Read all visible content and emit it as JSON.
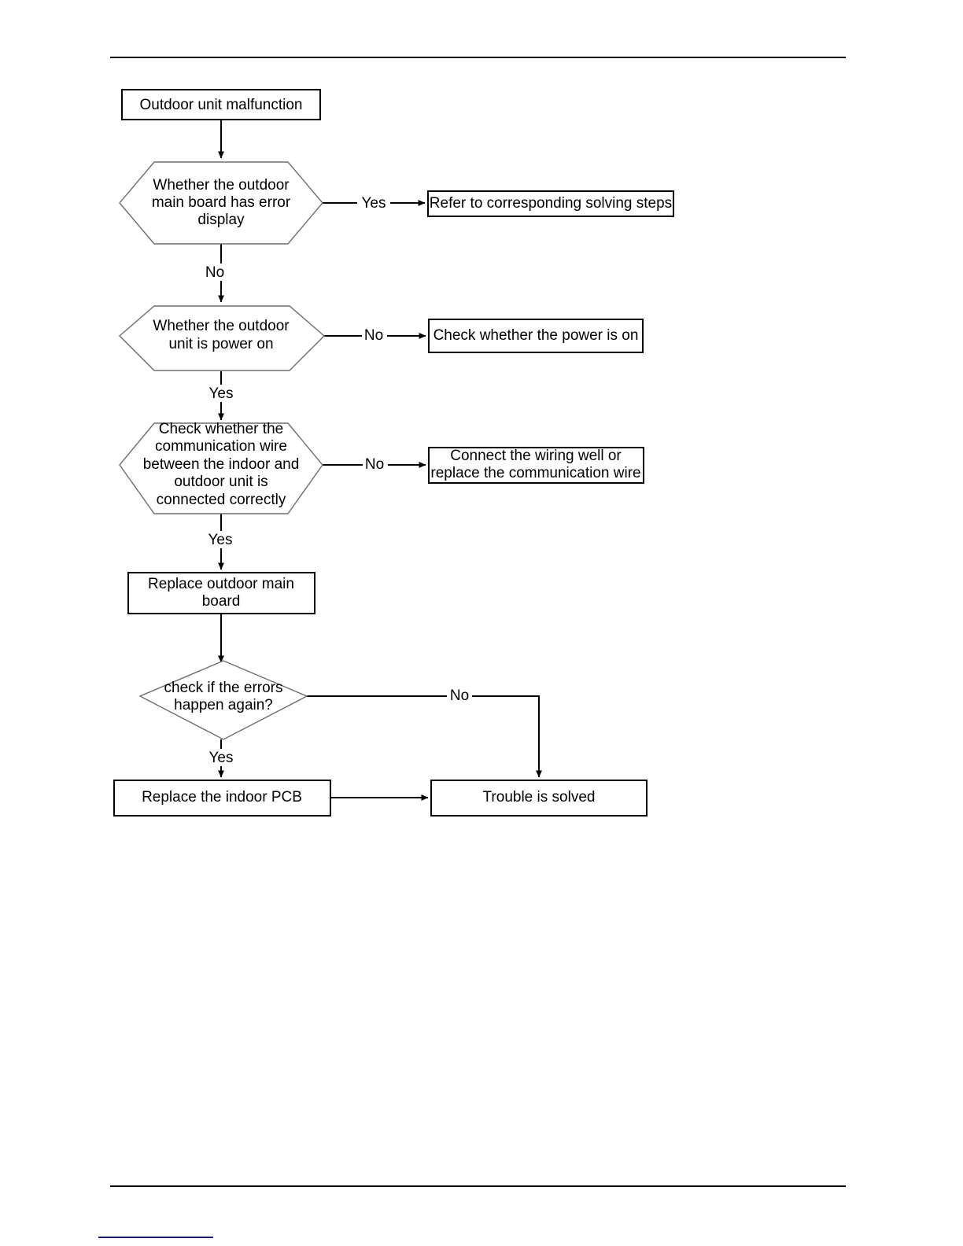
{
  "page": {
    "background_color": "#ffffff",
    "line_color": "#000000",
    "hex_stroke_color": "#6e6e6e",
    "footnote_rule_color": "#1a1a70",
    "header_rule": "",
    "footer_rule": "",
    "footnote_rule": ""
  },
  "chart_data": {
    "type": "diagram",
    "subtype": "flowchart",
    "title": "Outdoor unit malfunction troubleshooting flowchart",
    "orientation": "top-to-bottom",
    "nodes": [
      {
        "id": "start",
        "shape": "rectangle",
        "lines": [
          "Outdoor unit malfunction"
        ]
      },
      {
        "id": "q1",
        "shape": "hexagon",
        "lines": [
          "Whether the outdoor",
          "main board has error",
          "display"
        ]
      },
      {
        "id": "a1",
        "shape": "rectangle",
        "lines": [
          "Refer to corresponding solving steps"
        ]
      },
      {
        "id": "q2",
        "shape": "hexagon",
        "lines": [
          "Whether the outdoor",
          "unit is power on"
        ]
      },
      {
        "id": "a2",
        "shape": "rectangle",
        "lines": [
          "Check whether the power is on"
        ]
      },
      {
        "id": "q3",
        "shape": "hexagon",
        "lines": [
          "Check whether the",
          "communication wire",
          "between the indoor and",
          "outdoor unit is",
          "connected correctly"
        ]
      },
      {
        "id": "a3",
        "shape": "rectangle",
        "lines": [
          "Connect the wiring well or",
          "replace the communication wire"
        ]
      },
      {
        "id": "act1",
        "shape": "rectangle",
        "lines": [
          "Replace outdoor main",
          "board"
        ]
      },
      {
        "id": "q4",
        "shape": "diamond",
        "lines": [
          "check if the errors",
          "happen again?"
        ]
      },
      {
        "id": "act2",
        "shape": "rectangle",
        "lines": [
          "Replace the indoor PCB"
        ]
      },
      {
        "id": "end",
        "shape": "rectangle",
        "lines": [
          "Trouble is solved"
        ]
      }
    ],
    "edges": [
      {
        "from": "start",
        "to": "q1",
        "label": ""
      },
      {
        "from": "q1",
        "to": "a1",
        "label": "Yes"
      },
      {
        "from": "q1",
        "to": "q2",
        "label": "No"
      },
      {
        "from": "q2",
        "to": "a2",
        "label": "No"
      },
      {
        "from": "q2",
        "to": "q3",
        "label": "Yes"
      },
      {
        "from": "q3",
        "to": "a3",
        "label": "No"
      },
      {
        "from": "q3",
        "to": "act1",
        "label": "Yes"
      },
      {
        "from": "act1",
        "to": "q4",
        "label": ""
      },
      {
        "from": "q4",
        "to": "end",
        "label": "No"
      },
      {
        "from": "q4",
        "to": "act2",
        "label": "Yes"
      },
      {
        "from": "act2",
        "to": "end",
        "label": ""
      }
    ]
  },
  "nodes": {
    "start": {
      "line1": "Outdoor unit malfunction"
    },
    "q1": {
      "line1": "Whether the outdoor",
      "line2": "main board has error",
      "line3": "display"
    },
    "a1": {
      "line1": "Refer to corresponding solving steps"
    },
    "q2": {
      "line1": "Whether the outdoor",
      "line2": "unit is power on"
    },
    "a2": {
      "line1": "Check whether the power is on"
    },
    "q3": {
      "line1": "Check whether the",
      "line2": "communication wire",
      "line3": "between the indoor and",
      "line4": "outdoor unit is",
      "line5": "connected correctly"
    },
    "a3": {
      "line1": "Connect the wiring well or",
      "line2": "replace the communication wire"
    },
    "act1": {
      "line1": "Replace outdoor main",
      "line2": "board"
    },
    "q4": {
      "line1": "check if the errors",
      "line2": "happen again?"
    },
    "act2": {
      "line1": "Replace the indoor PCB"
    },
    "end": {
      "line1": "Trouble is solved"
    }
  },
  "edge_labels": {
    "q1_yes": "Yes",
    "q1_no": "No",
    "q2_no": "No",
    "q2_yes": "Yes",
    "q3_no": "No",
    "q3_yes": "Yes",
    "q4_no": "No",
    "q4_yes": "Yes"
  }
}
